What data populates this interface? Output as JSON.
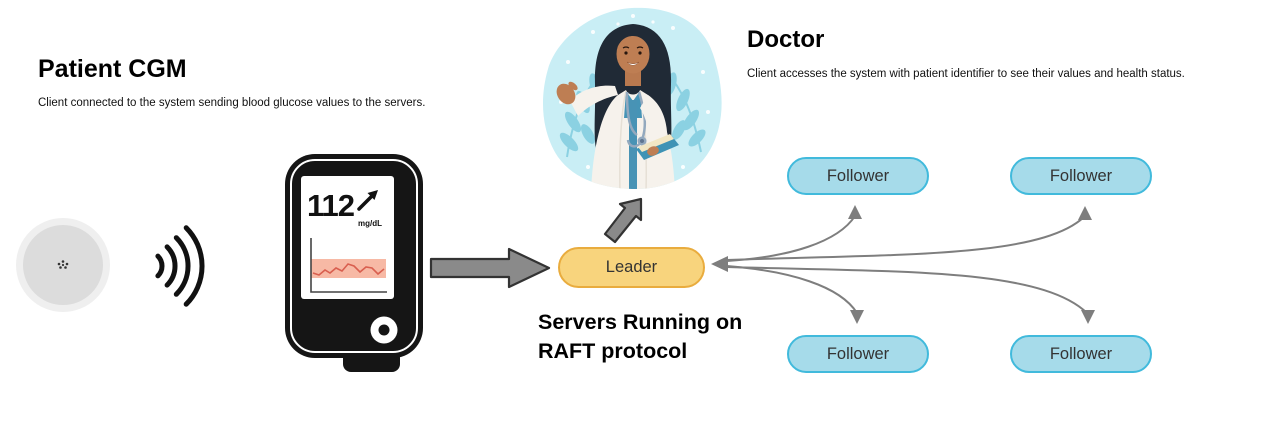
{
  "colors": {
    "leader_fill": "#F8D47D",
    "leader_border": "#E9AC3E",
    "follower_fill": "#A6DBEA",
    "follower_border": "#41BADC",
    "connector_gray": "#7E7E7E",
    "thick_arrow_fill": "#8A8A8A",
    "thick_arrow_stroke": "#333333",
    "blob": "#C9EEF5",
    "leaf": "#8BD1E2",
    "glucose_band": "#F5A78F",
    "glucose_line": "#D95F4F",
    "heading_text": "#000000",
    "pill_text": "#333333"
  },
  "patient_cgm": {
    "title": "Patient CGM",
    "description": "Client connected to the system sending blood glucose values to the servers."
  },
  "doctor": {
    "title": "Doctor",
    "description": "Client accesses the system with patient identifier to see their values and health status."
  },
  "device": {
    "reading": "112",
    "unit": "mg/dL",
    "trend": "rising",
    "sparkline_points": "30,121 36,123 42,118 47,121 53,116 59,119 65,112 71,114 77,120 83,115 89,116 95,122 101,117"
  },
  "raft": {
    "caption_line1": "Servers Running on",
    "caption_line2": "RAFT protocol",
    "leader": {
      "label": "Leader"
    },
    "followers": [
      {
        "label": "Follower"
      },
      {
        "label": "Follower"
      },
      {
        "label": "Follower"
      },
      {
        "label": "Follower"
      }
    ]
  },
  "icons": {
    "sensor": "cgm-sensor-disc",
    "signal": "wireless-signal-arcs",
    "meter": "glucose-meter",
    "trend": "up-right-trend-arrow",
    "doctor": "doctor-illustration",
    "device_to_leader": "thick-right-arrow",
    "leader_to_doctor": "thick-up-right-arrow",
    "leader_followers": "curved-double-ended-connectors"
  }
}
